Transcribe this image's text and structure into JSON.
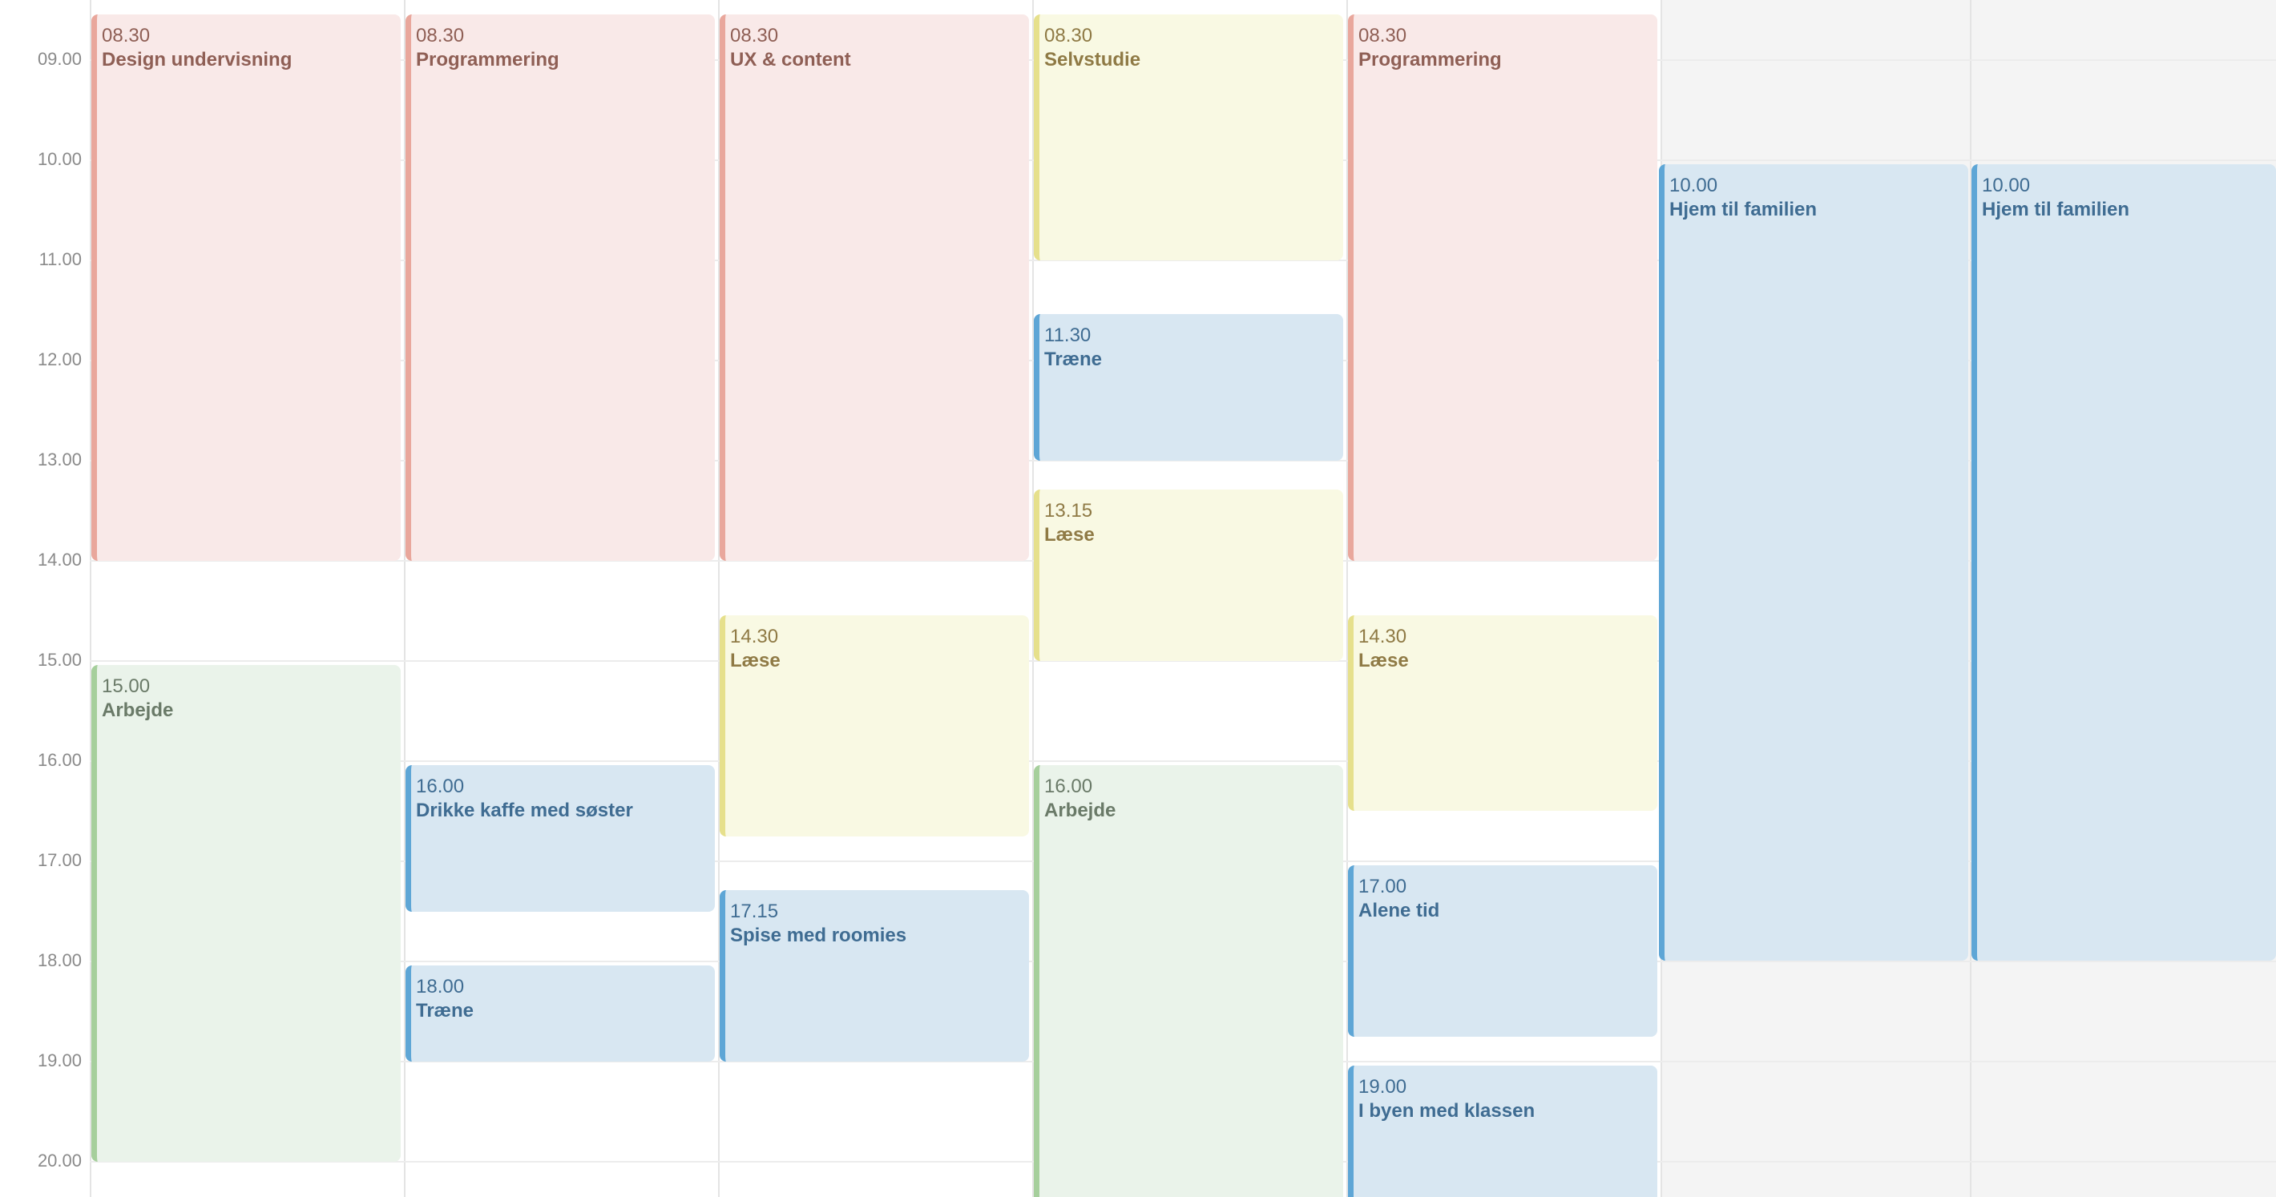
{
  "hours": [
    "09.00",
    "10.00",
    "11.00",
    "12.00",
    "13.00",
    "14.00",
    "15.00",
    "16.00",
    "17.00",
    "18.00",
    "19.00",
    "20.00"
  ],
  "events": {
    "d1_design": {
      "time": "08.30",
      "title": "Design undervisning"
    },
    "d1_arbejde": {
      "time": "15.00",
      "title": "Arbejde"
    },
    "d2_prog": {
      "time": "08.30",
      "title": "Programmering"
    },
    "d2_kaffe": {
      "time": "16.00",
      "title": "Drikke kaffe med søster"
    },
    "d2_traene": {
      "time": "18.00",
      "title": "Træne"
    },
    "d3_ux": {
      "time": "08.30",
      "title": "UX & content"
    },
    "d3_laese": {
      "time": "14.30",
      "title": "Læse"
    },
    "d3_spise": {
      "time": "17.15",
      "title": "Spise med roomies"
    },
    "d4_selvstudie": {
      "time": "08.30",
      "title": "Selvstudie"
    },
    "d4_traene": {
      "time": "11.30",
      "title": "Træne"
    },
    "d4_laese": {
      "time": "13.15",
      "title": "Læse"
    },
    "d4_arbejde": {
      "time": "16.00",
      "title": "Arbejde"
    },
    "d5_prog": {
      "time": "08.30",
      "title": "Programmering"
    },
    "d5_laese": {
      "time": "14.30",
      "title": "Læse"
    },
    "d5_alene": {
      "time": "17.00",
      "title": "Alene tid"
    },
    "d5_byen": {
      "time": "19.00",
      "title": "I byen med klassen"
    },
    "d6_familie": {
      "time": "10.00",
      "title": "Hjem til familien"
    },
    "d7_familie": {
      "time": "10.00",
      "title": "Hjem til familien"
    }
  },
  "colors": {
    "red": "#f9e9e8",
    "yellow": "#f9f9e3",
    "blue": "#d8e7f2",
    "green": "#eaf3ea"
  }
}
